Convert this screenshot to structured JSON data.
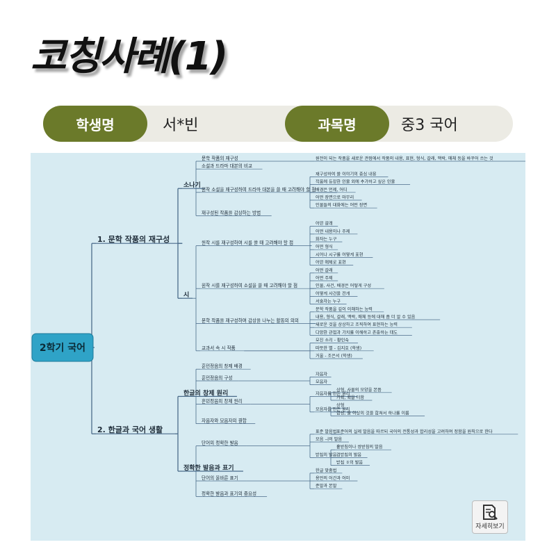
{
  "title": "코칭사례(1)",
  "info": {
    "student_label": "학생명",
    "student_value": "서*빈",
    "subject_label": "과목명",
    "subject_value": "중3 국어"
  },
  "zoom_button": {
    "label": "자세히보기",
    "icon": "magnifier-document-icon"
  },
  "colors": {
    "pill": "#6b7a2a",
    "root": "#2fa3c7",
    "line": "#4a6b8a",
    "map_bg": "#d7ebf2"
  },
  "mindmap": {
    "label": "2학기 국어",
    "children": [
      {
        "label": "1. 문학 작품의 재구성",
        "children": [
          {
            "label": "소나기",
            "children": [
              {
                "label": "문학 작품의 재구성",
                "children": [
                  {
                    "label": "원전이 되는 작품을 새로운 관점에서 작품의 내용, 표현, 형식, 갈래, 맥락, 매체 등을 바꾸어 쓰는 것"
                  }
                ]
              },
              {
                "label": "소설과 드라마 대본의 비교"
              },
              {
                "label": "원작 소설을 재구성하여 드라마 대본을 쓸 때 고려해야 할 점",
                "children": [
                  {
                    "label": "재구성하여 쓸 이야기의 중심 내용"
                  },
                  {
                    "label": "작품에 등장한 인물 외에 추가하고 싶은 인물"
                  },
                  {
                    "label": "배경은 언제, 어디"
                  },
                  {
                    "label": "어떤 장면으로 마무리"
                  },
                  {
                    "label": "인물들의 대화에는 어떤 장면"
                  }
                ]
              },
              {
                "label": "재구성된 작품을 감상하는 방법"
              }
            ]
          },
          {
            "label": "시",
            "children": [
              {
                "label": "원작 시를 재구성하여 시를 쓸 때 고려해야 할 점",
                "children": [
                  {
                    "label": "어떤 갈래"
                  },
                  {
                    "label": "어떤 내용이나 주제"
                  },
                  {
                    "label": "화자는 누구"
                  },
                  {
                    "label": "어떤 형식"
                  },
                  {
                    "label": "시어나 시구를 어떻게 표현"
                  },
                  {
                    "label": "어떤 매체로 표현"
                  }
                ]
              },
              {
                "label": "원작 시를 재구성하여 소설을 쓸 때 고려해야 할 점",
                "children": [
                  {
                    "label": "어떤 갈래"
                  },
                  {
                    "label": "어떤 주제"
                  },
                  {
                    "label": "인물, 사건, 배경은 어떻게 구성"
                  },
                  {
                    "label": "어떻게 사건을 전개"
                  },
                  {
                    "label": "서술자는 누구"
                  }
                ]
              },
              {
                "label": "문학 작품을 재구성하여 감상을 나누는 활동의 의의",
                "children": [
                  {
                    "label": "문학 작품을 깊이 이해하는 능력"
                  },
                  {
                    "label": "내용, 형식, 갈래, 맥락, 매체 등에 대해 좀 더 알 수 있음"
                  },
                  {
                    "label": "새로운 것을 상상하고 조직하여 표현하는 능력"
                  },
                  {
                    "label": "다양한 관점과 가치를 이해하고 존중하는 태도"
                  }
                ]
              },
              {
                "label": "교과서 속 시 작품",
                "children": [
                  {
                    "label": "모진 소리 - 황인숙"
                  },
                  {
                    "label": "따뜻한 별 - 김지호 (학생)"
                  },
                  {
                    "label": "거울 - 조은서 (학생)"
                  }
                ]
              }
            ]
          }
        ]
      },
      {
        "label": "2. 한글과 국어 생활",
        "children": [
          {
            "label": "한글의 창제 원리",
            "children": [
              {
                "label": "훈민정음의 창제 배경"
              },
              {
                "label": "훈민정음의 구성",
                "children": [
                  {
                    "label": "자음자"
                  },
                  {
                    "label": "모음자"
                  }
                ]
              },
              {
                "label": "훈민정음의 창제 원리",
                "children": [
                  {
                    "label": "자음자를 만든 원리",
                    "children": [
                      {
                        "label": "상형, 사물의 모양을 본뜸"
                      },
                      {
                        "label": "가획, 획을 더함"
                      }
                    ]
                  },
                  {
                    "label": "모음자를 만든 원리",
                    "children": [
                      {
                        "label": "상형"
                      },
                      {
                        "label": "합성, 둘 이상의 것을 합쳐서 하나를 이룸"
                      }
                    ]
                  }
                ]
              },
              {
                "label": "자음자와 모음자의 결합"
              }
            ]
          },
          {
            "label": "정확한 발음과 표기",
            "children": [
              {
                "label": "단어의 정확한 발음",
                "children": [
                  {
                    "label": "표준 발음법",
                    "children": [
                      {
                        "label": "표준어의 실제 발음을 따르되 국어의 전통성과 합리성을 고려하여 정함을 원칙으로 한다"
                      }
                    ]
                  },
                  {
                    "label": "모음 ㅢ의 발음"
                  },
                  {
                    "label": "받침의 발음",
                    "children": [
                      {
                        "label": "홑받침이나 쌍받침의 발음"
                      },
                      {
                        "label": "겹받침의 발음"
                      },
                      {
                        "label": "받침 ㅎ의 발음"
                      }
                    ]
                  }
                ]
              },
              {
                "label": "단어의 올바른 표기",
                "children": [
                  {
                    "label": "한글 맞춤법"
                  },
                  {
                    "label": "용언의 어간과 어미"
                  },
                  {
                    "label": "준말과 본말"
                  }
                ]
              },
              {
                "label": "정확한 발음과 표기의 중요성"
              }
            ]
          }
        ]
      }
    ]
  }
}
